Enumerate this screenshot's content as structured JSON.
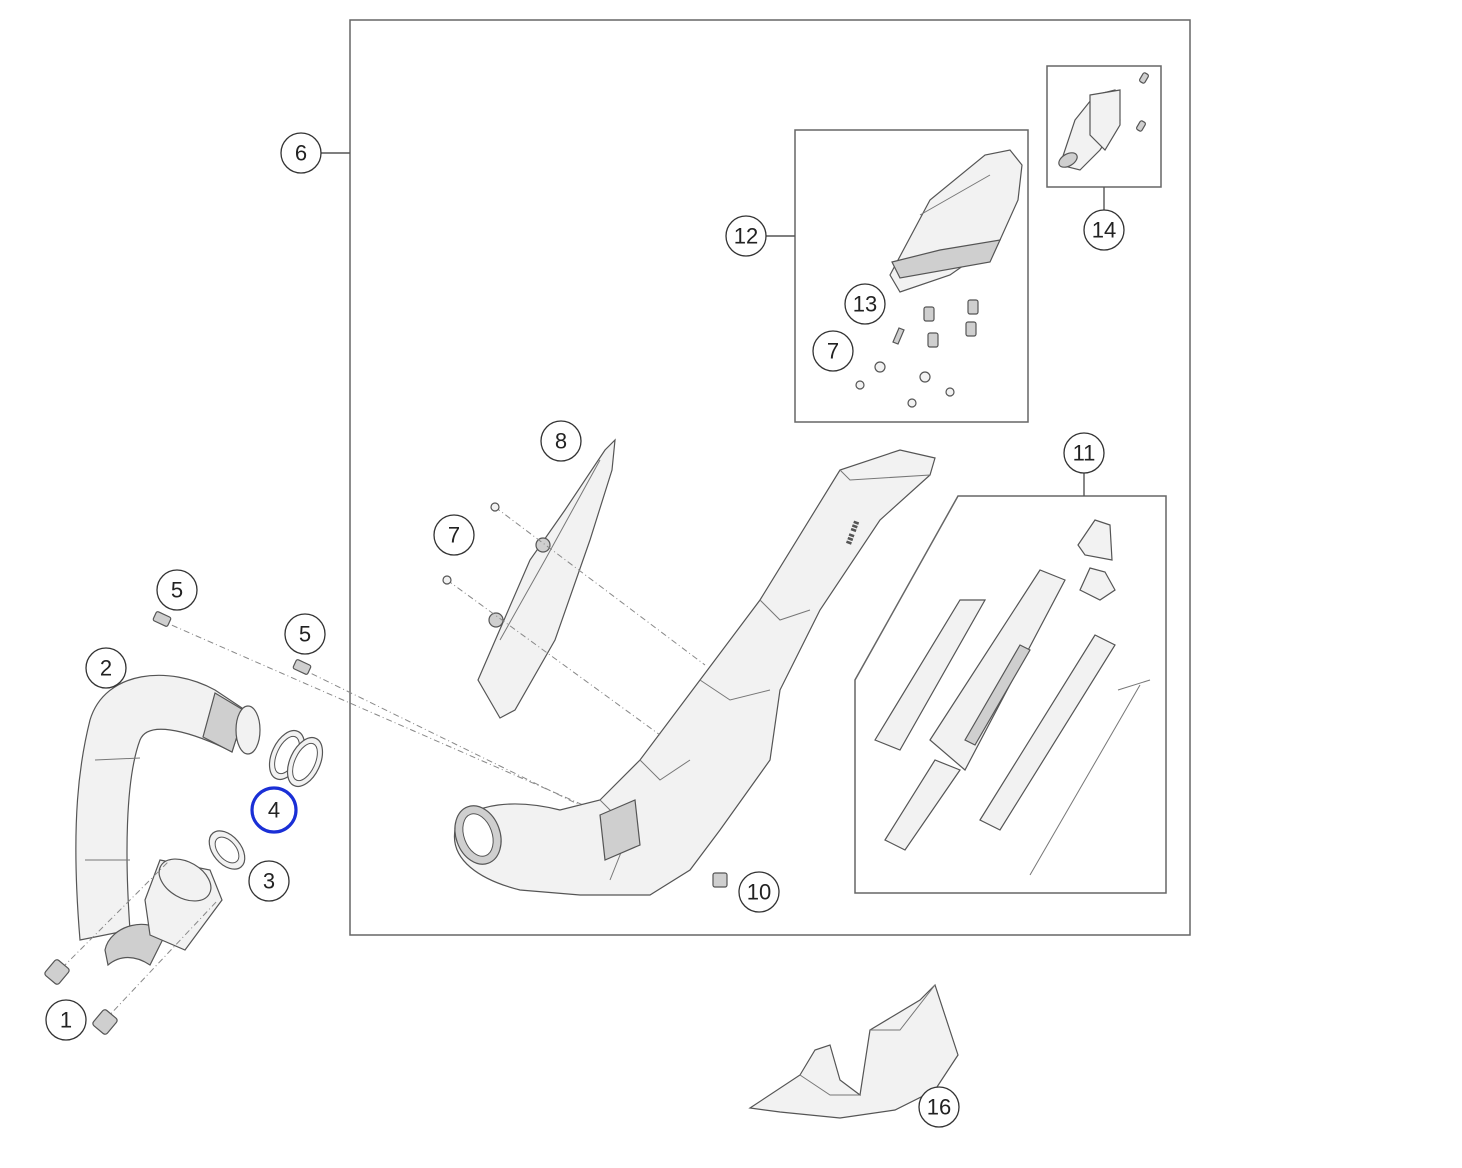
{
  "colors": {
    "line": "#555555",
    "frame": "#666666",
    "fill_light": "#f2f2f2",
    "fill_mid": "#cfcfcf",
    "selected_highlight": "#1a2fd6"
  },
  "callouts": [
    {
      "id": "1",
      "label": "1",
      "selected": false
    },
    {
      "id": "2",
      "label": "2",
      "selected": false
    },
    {
      "id": "3",
      "label": "3",
      "selected": false
    },
    {
      "id": "4",
      "label": "4",
      "selected": true
    },
    {
      "id": "5a",
      "label": "5",
      "selected": false
    },
    {
      "id": "5b",
      "label": "5",
      "selected": false
    },
    {
      "id": "6",
      "label": "6",
      "selected": false
    },
    {
      "id": "7a",
      "label": "7",
      "selected": false
    },
    {
      "id": "7b",
      "label": "7",
      "selected": false
    },
    {
      "id": "8",
      "label": "8",
      "selected": false
    },
    {
      "id": "10",
      "label": "10",
      "selected": false
    },
    {
      "id": "11",
      "label": "11",
      "selected": false
    },
    {
      "id": "12",
      "label": "12",
      "selected": false
    },
    {
      "id": "13",
      "label": "13",
      "selected": false
    },
    {
      "id": "14",
      "label": "14",
      "selected": false
    },
    {
      "id": "16",
      "label": "16",
      "selected": false
    }
  ]
}
